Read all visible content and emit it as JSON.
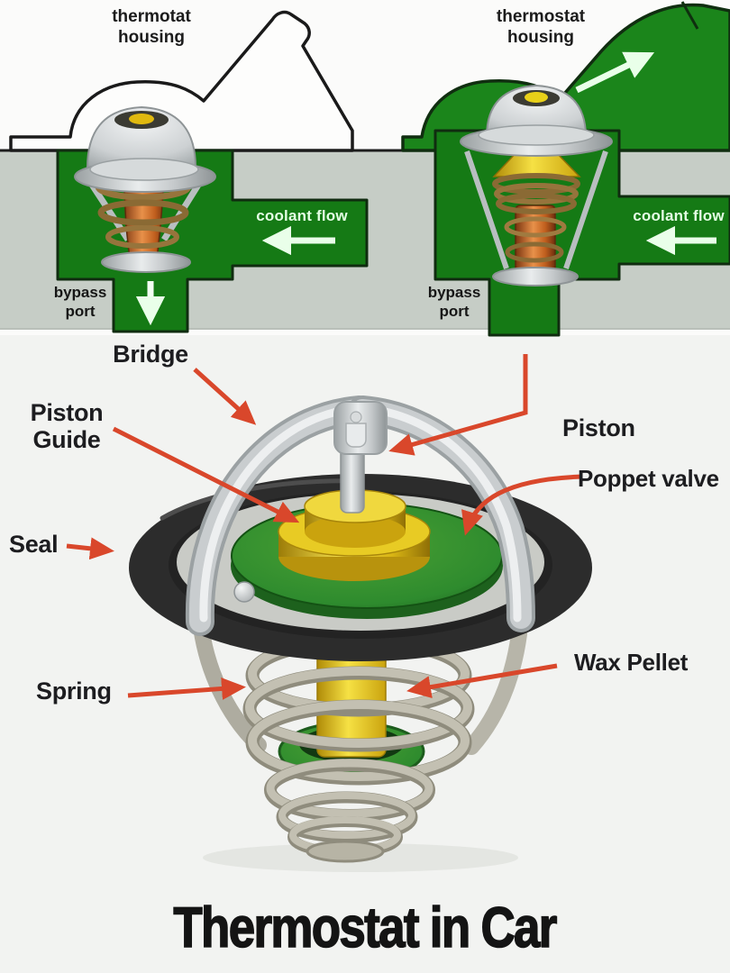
{
  "title": "Thermostat in Car",
  "colors": {
    "background": "#f2f3f1",
    "block_gray": "#c6cdc6",
    "channel_green": "#157a15",
    "housing_green": "#1b851b",
    "arrow_red": "#d9472b",
    "flow_arrow_white": "#e9ffe9",
    "seal_black": "#2c2c2c",
    "valve_green": "#2e8b2e",
    "wax_yellow": "#e5c417",
    "metal_silver": "#c9cdd0",
    "copper": "#c06020"
  },
  "diagram_closed": {
    "housing_label_line1": "thermotat",
    "housing_label_line2": "housing",
    "coolant_flow_label": "coolant flow",
    "bypass_label_line1": "bypass",
    "bypass_label_line2": "port"
  },
  "diagram_open": {
    "housing_label_line1": "thermostat",
    "housing_label_line2": "housing",
    "coolant_flow_label": "coolant flow",
    "bypass_label_line1": "bypass",
    "bypass_label_line2": "port"
  },
  "part_labels": {
    "bridge": "Bridge",
    "piston_guide_line1": "Piston",
    "piston_guide_line2": "Guide",
    "seal": "Seal",
    "spring": "Spring",
    "piston": "Piston",
    "poppet_valve": "Poppet valve",
    "wax_pellet": "Wax Pellet"
  }
}
